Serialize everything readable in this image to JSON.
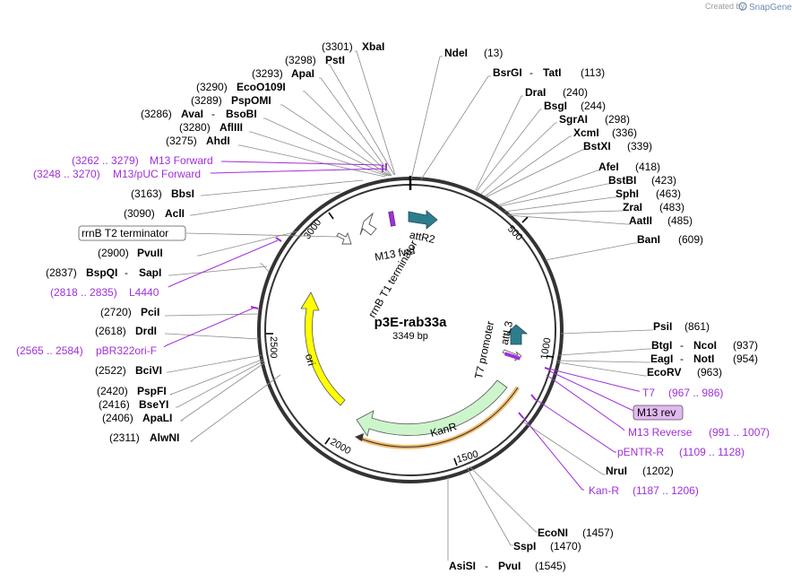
{
  "credit": {
    "prefix": "Created by",
    "brand": "SnapGene"
  },
  "plasmid": {
    "name": "p3E-rab33a",
    "length": "3349 bp"
  },
  "ticks": [
    "500",
    "1000",
    "1500",
    "2000",
    "2500",
    "3000"
  ],
  "features": {
    "attR2": "attR2",
    "m13fwd": "M13 fwd",
    "rrnb_t1": "rrnB T1 terminator",
    "rrnb_t2": "rrnB T2 terminator",
    "ori": "ori",
    "kanr": "KanR",
    "t7promoter": "T7 promoter",
    "attL3": "attL3",
    "m13rev_box": "M13 rev"
  },
  "enzymes_right": [
    {
      "name": "NdeI",
      "pos": "(13)"
    },
    {
      "name": "BsrGI",
      "sep": " - ",
      "name2": "TatI",
      "pos": "(113)"
    },
    {
      "name": "DraI",
      "pos": "(240)"
    },
    {
      "name": "BsgI",
      "pos": "(244)"
    },
    {
      "name": "SgrAI",
      "pos": "(298)"
    },
    {
      "name": "XcmI",
      "pos": "(336)"
    },
    {
      "name": "BstXI",
      "pos": "(339)"
    },
    {
      "name": "AfeI",
      "pos": "(418)"
    },
    {
      "name": "BstBI",
      "pos": "(423)"
    },
    {
      "name": "SphI",
      "pos": "(463)"
    },
    {
      "name": "ZraI",
      "pos": "(483)"
    },
    {
      "name": "AatII",
      "pos": "(485)"
    },
    {
      "name": "BanI",
      "pos": "(609)"
    },
    {
      "name": "PsiI",
      "pos": "(861)"
    },
    {
      "name": "BtgI",
      "sep": " - ",
      "name2": "NcoI",
      "pos": "(937)"
    },
    {
      "name": "EagI",
      "sep": " - ",
      "name2": "NotI",
      "pos": "(954)"
    },
    {
      "name": "EcoRV",
      "pos": "(963)"
    },
    {
      "name": "NruI",
      "pos": "(1202)"
    },
    {
      "name": "EcoNI",
      "pos": "(1457)"
    },
    {
      "name": "SspI",
      "pos": "(1470)"
    },
    {
      "name": "AsiSI",
      "sep": " - ",
      "name2": "PvuI",
      "pos": "(1545)"
    }
  ],
  "enzymes_left": [
    {
      "pos": "(3301)",
      "name": "XbaI"
    },
    {
      "pos": "(3298)",
      "name": "PstI"
    },
    {
      "pos": "(3293)",
      "name": "ApaI"
    },
    {
      "pos": "(3290)",
      "name": "EcoO109I"
    },
    {
      "pos": "(3289)",
      "name": "PspOMI"
    },
    {
      "pos": "(3286)",
      "name": "AvaI",
      "sep": " - ",
      "name2": "BsoBI"
    },
    {
      "pos": "(3280)",
      "name": "AflIII"
    },
    {
      "pos": "(3275)",
      "name": "AhdI"
    },
    {
      "pos": "(3163)",
      "name": "BbsI"
    },
    {
      "pos": "(3090)",
      "name": "AclI"
    },
    {
      "pos": "(2900)",
      "name": "PvuII"
    },
    {
      "pos": "(2837)",
      "name": "BspQI",
      "sep": " - ",
      "name2": "SapI"
    },
    {
      "pos": "(2720)",
      "name": "PciI"
    },
    {
      "pos": "(2618)",
      "name": "DrdI"
    },
    {
      "pos": "(2522)",
      "name": "BciVI"
    },
    {
      "pos": "(2420)",
      "name": "PspFI"
    },
    {
      "pos": "(2416)",
      "name": "BseYI"
    },
    {
      "pos": "(2406)",
      "name": "ApaLI"
    },
    {
      "pos": "(2311)",
      "name": "AlwNI"
    }
  ],
  "primers": [
    {
      "range": "(3262 .. 3279)",
      "name": "M13 Forward"
    },
    {
      "range": "(3248 .. 3270)",
      "name": "M13/pUC Forward"
    },
    {
      "range": "(2818 .. 2835)",
      "name": "L4440"
    },
    {
      "range": "(2565 .. 2584)",
      "name": "pBR322ori-F"
    },
    {
      "name": "T7",
      "range": "(967 .. 986)"
    },
    {
      "name": "M13 Reverse",
      "range": "(991 .. 1007)"
    },
    {
      "name": "pENTR-R",
      "range": "(1109 .. 1128)"
    },
    {
      "name": "Kan-R",
      "range": "(1187 .. 1206)"
    }
  ],
  "colors": {
    "backbone": "#333333",
    "primer": "#a02fd8",
    "att_site": "#2e7d8c",
    "ori": "#ffff00",
    "kanr": "#ccf5cc",
    "kanr_highlight": "#f0a030",
    "m13rev_fill": "#e2b8f0"
  }
}
